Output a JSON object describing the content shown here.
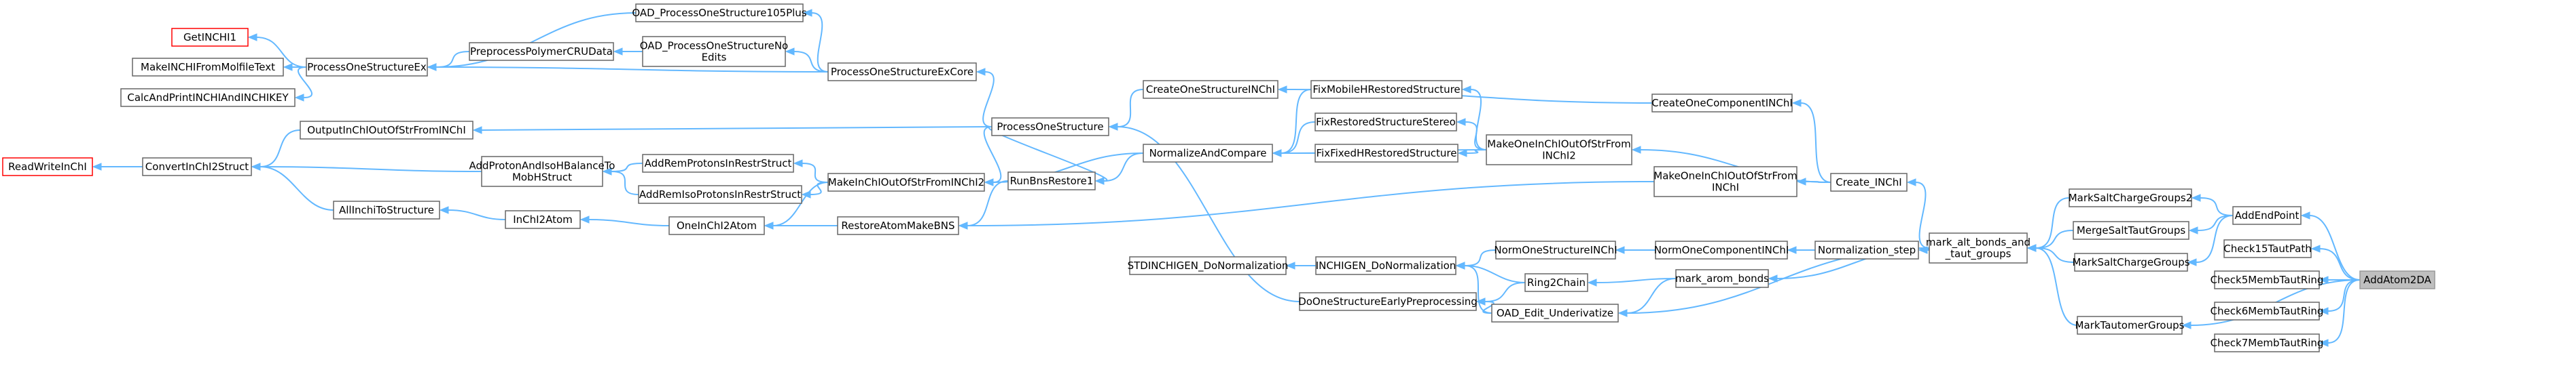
{
  "nodes": [
    {
      "id": "GetINCHI1",
      "lines": [
        "GetINCHI1"
      ],
      "style": "red"
    },
    {
      "id": "MakeINCHIFromMolfileText",
      "lines": [
        "MakeINCHIFromMolfileText"
      ]
    },
    {
      "id": "CalcAndPrintINCHIAndINCHIKEY",
      "lines": [
        "CalcAndPrintINCHIAndINCHIKEY"
      ]
    },
    {
      "id": "ReadWriteInChI",
      "lines": [
        "ReadWriteInChI"
      ],
      "style": "red"
    },
    {
      "id": "ProcessOneStructureEx",
      "lines": [
        "ProcessOneStructureEx"
      ]
    },
    {
      "id": "OutputInChIOutOfStrFromINChI",
      "lines": [
        "OutputInChIOutOfStrFromINChI"
      ]
    },
    {
      "id": "ConvertInChI2Struct",
      "lines": [
        "ConvertInChI2Struct"
      ]
    },
    {
      "id": "AllInchiToStructure",
      "lines": [
        "AllInchiToStructure"
      ]
    },
    {
      "id": "PreprocessPolymerCRUData",
      "lines": [
        "PreprocessPolymerCRUData"
      ]
    },
    {
      "id": "AddProtonAndIsoHBalanceToMobHStruct",
      "lines": [
        "AddProtonAndIsoHBalanceTo",
        "MobHStruct"
      ]
    },
    {
      "id": "InChI2Atom",
      "lines": [
        "InChI2Atom"
      ]
    },
    {
      "id": "OAD_ProcessOneStructure105Plus",
      "lines": [
        "OAD_ProcessOneStructure105Plus"
      ]
    },
    {
      "id": "OAD_ProcessOneStructureNoEdits",
      "lines": [
        "OAD_ProcessOneStructureNo",
        "Edits"
      ]
    },
    {
      "id": "AddRemProtonsInRestrStruct",
      "lines": [
        "AddRemProtonsInRestrStruct"
      ]
    },
    {
      "id": "AddRemIsoProtonsInRestrStruct",
      "lines": [
        "AddRemIsoProtonsInRestrStruct"
      ]
    },
    {
      "id": "OneInChI2Atom",
      "lines": [
        "OneInChI2Atom"
      ]
    },
    {
      "id": "ProcessOneStructureExCore",
      "lines": [
        "ProcessOneStructureExCore"
      ]
    },
    {
      "id": "MakeInChIOutOfStrFromINChI2",
      "lines": [
        "MakeInChIOutOfStrFromINChI2"
      ]
    },
    {
      "id": "RestoreAtomMakeBNS",
      "lines": [
        "RestoreAtomMakeBNS"
      ]
    },
    {
      "id": "ProcessOneStructure",
      "lines": [
        "ProcessOneStructure"
      ]
    },
    {
      "id": "RunBnsRestore1",
      "lines": [
        "RunBnsRestore1"
      ]
    },
    {
      "id": "CreateOneStructureINChI",
      "lines": [
        "CreateOneStructureINChI"
      ]
    },
    {
      "id": "NormalizeAndCompare",
      "lines": [
        "NormalizeAndCompare"
      ]
    },
    {
      "id": "STDINCHIGEN_DoNormalization",
      "lines": [
        "STDINCHIGEN_DoNormalization"
      ]
    },
    {
      "id": "FixMobileHRestoredStructure",
      "lines": [
        "FixMobileHRestoredStructure"
      ]
    },
    {
      "id": "FixRestoredStructureStereo",
      "lines": [
        "FixRestoredStructureStereo"
      ]
    },
    {
      "id": "FixFixedHRestoredStructure",
      "lines": [
        "FixFixedHRestoredStructure"
      ]
    },
    {
      "id": "INCHIGEN_DoNormalization",
      "lines": [
        "INCHIGEN_DoNormalization"
      ]
    },
    {
      "id": "DoOneStructureEarlyPreprocessing",
      "lines": [
        "DoOneStructureEarlyPreprocessing"
      ]
    },
    {
      "id": "MakeOneInChIOutOfStrFromINChI2",
      "lines": [
        "MakeOneInChIOutOfStrFrom",
        "INChI2"
      ]
    },
    {
      "id": "MakeOneInChIOutOfStrFromINChI",
      "lines": [
        "MakeOneInChIOutOfStrFrom",
        "INChI"
      ]
    },
    {
      "id": "NormOneStructureINChI",
      "lines": [
        "NormOneStructureINChI"
      ]
    },
    {
      "id": "Ring2Chain",
      "lines": [
        "Ring2Chain"
      ]
    },
    {
      "id": "OAD_Edit_Underivatize",
      "lines": [
        "OAD_Edit_Underivatize"
      ]
    },
    {
      "id": "CreateOneComponentINChI",
      "lines": [
        "CreateOneComponentINChI"
      ]
    },
    {
      "id": "NormOneComponentINChI",
      "lines": [
        "NormOneComponentINChI"
      ]
    },
    {
      "id": "mark_arom_bonds",
      "lines": [
        "mark_arom_bonds"
      ]
    },
    {
      "id": "Create_INChI",
      "lines": [
        "Create_INChI"
      ]
    },
    {
      "id": "Normalization_step",
      "lines": [
        "Normalization_step"
      ]
    },
    {
      "id": "mark_alt_bonds_and_taut_groups",
      "lines": [
        "mark_alt_bonds_and",
        "_taut_groups"
      ]
    },
    {
      "id": "MarkSaltChargeGroups2",
      "lines": [
        "MarkSaltChargeGroups2"
      ]
    },
    {
      "id": "MergeSaltTautGroups",
      "lines": [
        "MergeSaltTautGroups"
      ]
    },
    {
      "id": "MarkSaltChargeGroups",
      "lines": [
        "MarkSaltChargeGroups"
      ]
    },
    {
      "id": "MarkTautomerGroups",
      "lines": [
        "MarkTautomerGroups"
      ]
    },
    {
      "id": "AddEndPoint",
      "lines": [
        "AddEndPoint"
      ]
    },
    {
      "id": "Check15TautPath",
      "lines": [
        "Check15TautPath"
      ]
    },
    {
      "id": "Check5MembTautRing",
      "lines": [
        "Check5MembTautRing"
      ]
    },
    {
      "id": "Check6MembTautRing",
      "lines": [
        "Check6MembTautRing"
      ]
    },
    {
      "id": "Check7MembTautRing",
      "lines": [
        "Check7MembTautRing"
      ]
    },
    {
      "id": "AddAtom2DA",
      "lines": [
        "AddAtom2DA"
      ],
      "style": "root"
    }
  ],
  "edges": [
    [
      "GetINCHI1",
      "ProcessOneStructureEx"
    ],
    [
      "MakeINCHIFromMolfileText",
      "ProcessOneStructureEx"
    ],
    [
      "CalcAndPrintINCHIAndINCHIKEY",
      "ProcessOneStructureEx"
    ],
    [
      "ReadWriteInChI",
      "ConvertInChI2Struct"
    ],
    [
      "ProcessOneStructureEx",
      "OAD_ProcessOneStructure105Plus"
    ],
    [
      "ProcessOneStructureEx",
      "PreprocessPolymerCRUData"
    ],
    [
      "ProcessOneStructureEx",
      "ProcessOneStructureExCore"
    ],
    [
      "PreprocessPolymerCRUData",
      "OAD_ProcessOneStructureNoEdits"
    ],
    [
      "OAD_ProcessOneStructure105Plus",
      "ProcessOneStructureExCore"
    ],
    [
      "OAD_ProcessOneStructureNoEdits",
      "ProcessOneStructureExCore"
    ],
    [
      "ProcessOneStructureExCore",
      "ProcessOneStructure"
    ],
    [
      "ConvertInChI2Struct",
      "OutputInChIOutOfStrFromINChI"
    ],
    [
      "ConvertInChI2Struct",
      "AddProtonAndIsoHBalanceToMobHStruct"
    ],
    [
      "ConvertInChI2Struct",
      "AllInchiToStructure"
    ],
    [
      "OutputInChIOutOfStrFromINChI",
      "ProcessOneStructure"
    ],
    [
      "AddProtonAndIsoHBalanceToMobHStruct",
      "AddRemProtonsInRestrStruct"
    ],
    [
      "AddProtonAndIsoHBalanceToMobHStruct",
      "AddRemIsoProtonsInRestrStruct"
    ],
    [
      "AllInchiToStructure",
      "InChI2Atom"
    ],
    [
      "InChI2Atom",
      "OneInChI2Atom"
    ],
    [
      "AddRemProtonsInRestrStruct",
      "MakeInChIOutOfStrFromINChI2"
    ],
    [
      "AddRemIsoProtonsInRestrStruct",
      "MakeInChIOutOfStrFromINChI2"
    ],
    [
      "OneInChI2Atom",
      "MakeInChIOutOfStrFromINChI2"
    ],
    [
      "OneInChI2Atom",
      "RestoreAtomMakeBNS"
    ],
    [
      "MakeInChIOutOfStrFromINChI2",
      "ProcessOneStructure"
    ],
    [
      "MakeInChIOutOfStrFromINChI2",
      "NormalizeAndCompare"
    ],
    [
      "RestoreAtomMakeBNS",
      "RunBnsRestore1"
    ],
    [
      "RestoreAtomMakeBNS",
      "MakeOneInChIOutOfStrFromINChI"
    ],
    [
      "RunBnsRestore1",
      "ProcessOneStructure"
    ],
    [
      "RunBnsRestore1",
      "NormalizeAndCompare"
    ],
    [
      "ProcessOneStructure",
      "CreateOneStructureINChI"
    ],
    [
      "ProcessOneStructure",
      "DoOneStructureEarlyPreprocessing"
    ],
    [
      "NormalizeAndCompare",
      "FixMobileHRestoredStructure"
    ],
    [
      "NormalizeAndCompare",
      "FixRestoredStructureStereo"
    ],
    [
      "NormalizeAndCompare",
      "FixFixedHRestoredStructure"
    ],
    [
      "NormalizeAndCompare",
      "MakeOneInChIOutOfStrFromINChI2"
    ],
    [
      "FixMobileHRestoredStructure",
      "MakeOneInChIOutOfStrFromINChI2"
    ],
    [
      "FixRestoredStructureStereo",
      "MakeOneInChIOutOfStrFromINChI2"
    ],
    [
      "FixFixedHRestoredStructure",
      "MakeOneInChIOutOfStrFromINChI2"
    ],
    [
      "CreateOneStructureINChI",
      "CreateOneComponentINChI"
    ],
    [
      "STDINCHIGEN_DoNormalization",
      "INCHIGEN_DoNormalization"
    ],
    [
      "INCHIGEN_DoNormalization",
      "NormOneStructureINChI"
    ],
    [
      "INCHIGEN_DoNormalization",
      "Ring2Chain"
    ],
    [
      "INCHIGEN_DoNormalization",
      "OAD_Edit_Underivatize"
    ],
    [
      "DoOneStructureEarlyPreprocessing",
      "Ring2Chain"
    ],
    [
      "DoOneStructureEarlyPreprocessing",
      "OAD_Edit_Underivatize"
    ],
    [
      "MakeOneInChIOutOfStrFromINChI2",
      "Create_INChI"
    ],
    [
      "MakeOneInChIOutOfStrFromINChI",
      "Create_INChI"
    ],
    [
      "CreateOneComponentINChI",
      "Create_INChI"
    ],
    [
      "NormOneStructureINChI",
      "NormOneComponentINChI"
    ],
    [
      "NormOneComponentINChI",
      "Normalization_step"
    ],
    [
      "Ring2Chain",
      "mark_arom_bonds"
    ],
    [
      "OAD_Edit_Underivatize",
      "mark_arom_bonds"
    ],
    [
      "OAD_Edit_Underivatize",
      "mark_alt_bonds_and_taut_groups"
    ],
    [
      "mark_arom_bonds",
      "mark_alt_bonds_and_taut_groups"
    ],
    [
      "Create_INChI",
      "mark_alt_bonds_and_taut_groups"
    ],
    [
      "Normalization_step",
      "mark_alt_bonds_and_taut_groups"
    ],
    [
      "mark_alt_bonds_and_taut_groups",
      "MarkSaltChargeGroups2"
    ],
    [
      "mark_alt_bonds_and_taut_groups",
      "MergeSaltTautGroups"
    ],
    [
      "mark_alt_bonds_and_taut_groups",
      "MarkSaltChargeGroups"
    ],
    [
      "mark_alt_bonds_and_taut_groups",
      "MarkTautomerGroups"
    ],
    [
      "MarkSaltChargeGroups2",
      "AddEndPoint"
    ],
    [
      "MergeSaltTautGroups",
      "AddEndPoint"
    ],
    [
      "MarkSaltChargeGroups",
      "AddEndPoint"
    ],
    [
      "AddEndPoint",
      "AddAtom2DA"
    ],
    [
      "Check15TautPath",
      "AddAtom2DA"
    ],
    [
      "Check5MembTautRing",
      "AddAtom2DA"
    ],
    [
      "Check6MembTautRing",
      "AddAtom2DA"
    ],
    [
      "Check7MembTautRing",
      "AddAtom2DA"
    ],
    [
      "MarkTautomerGroups",
      "AddAtom2DA"
    ]
  ]
}
